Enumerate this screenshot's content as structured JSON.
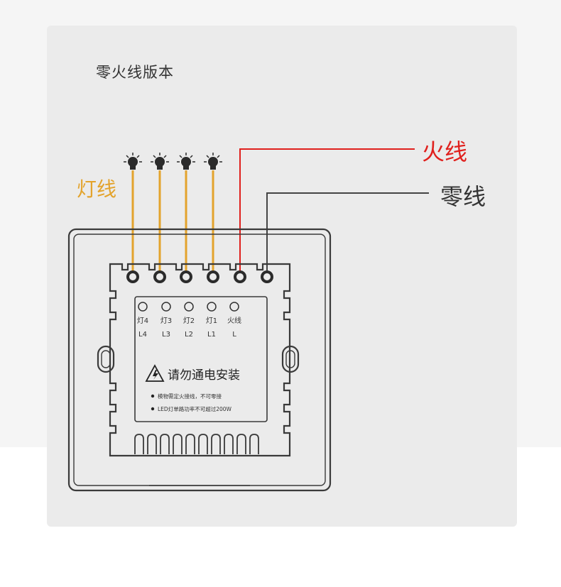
{
  "title": "零火线版本",
  "labels": {
    "lamp_wire": "灯线",
    "live_wire": "火线",
    "neutral_wire": "零线"
  },
  "terminals": [
    {
      "top": "灯4",
      "bottom": "L4"
    },
    {
      "top": "灯3",
      "bottom": "L3"
    },
    {
      "top": "灯2",
      "bottom": "L2"
    },
    {
      "top": "灯1",
      "bottom": "L1"
    },
    {
      "top": "火线",
      "bottom": "L"
    }
  ],
  "warning": {
    "heading": "请勿通电安装",
    "notes": [
      "模物需定火接线，不可零接",
      "LED灯单路功率不可超过200W"
    ]
  },
  "colors": {
    "lamp": "#e3a32c",
    "live": "#e0201d",
    "neutral": "#444444",
    "outline": "#3a3a3a"
  }
}
